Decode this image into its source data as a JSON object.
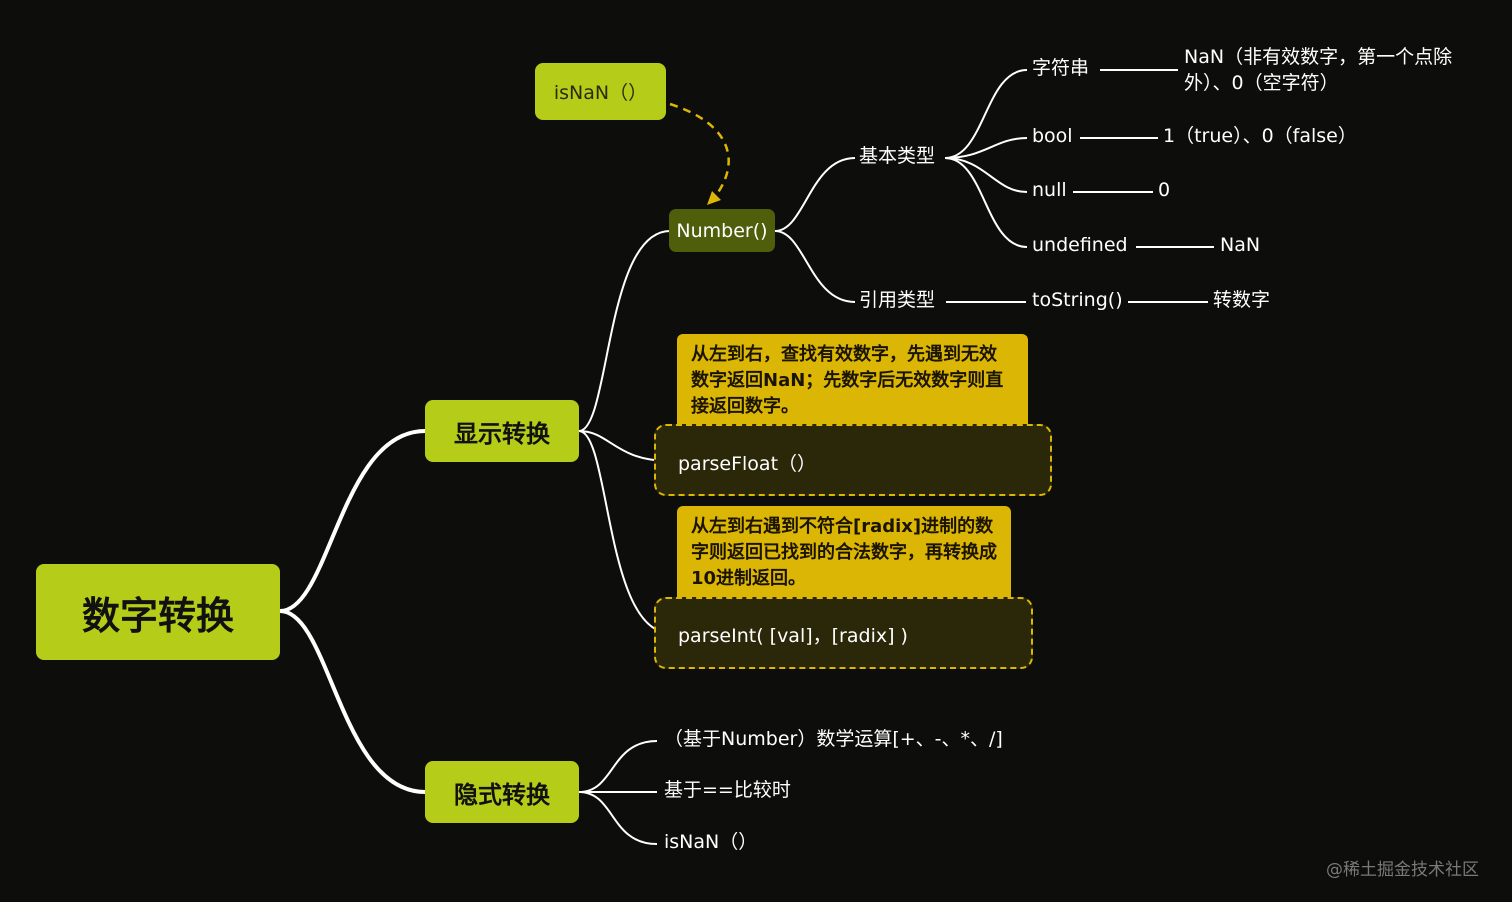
{
  "root": {
    "label": "数字转换"
  },
  "branches": {
    "explicit": "显示转换",
    "implicit": "隐式转换"
  },
  "number_node": {
    "label": "Number()",
    "hint": "isNaN（）",
    "primitive": {
      "label": "基本类型",
      "items": [
        {
          "key": "字符串",
          "result": "NaN（非有效数字，第一个点除外）、0（空字符）"
        },
        {
          "key": "bool",
          "result": "1（true）、0（false）"
        },
        {
          "key": "null",
          "result": "0"
        },
        {
          "key": "undefined",
          "result": "NaN"
        }
      ]
    },
    "reference": {
      "label": "引用类型",
      "method": "toString()",
      "result": "转数字"
    }
  },
  "parse_float": {
    "label": "parseFloat（）",
    "note": "从左到右，查找有效数字，先遇到无效数字返回NaN；先数字后无效数字则直接返回数字。"
  },
  "parse_int": {
    "label": "parseInt( [val]，[radix] )",
    "note": "从左到右遇到不符合[radix]进制的数字则返回已找到的合法数字，再转换成10进制返回。"
  },
  "implicit_items": [
    "（基于Number）数学运算[+、-、*、/]",
    "基于==比较时",
    "isNaN（）"
  ],
  "watermark": "@稀土掘金技术社区",
  "colors": {
    "background": "#0d0d0b",
    "accent_green": "#b5cc18",
    "dark_green": "#4f5e0a",
    "note_yellow": "#dcb605",
    "line": "#ffffff"
  }
}
